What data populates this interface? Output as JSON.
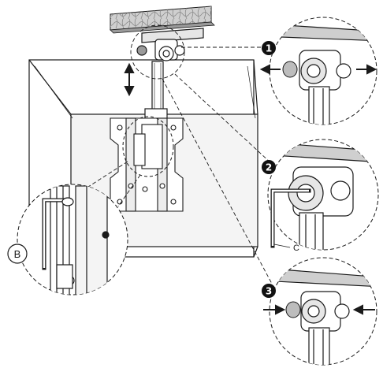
{
  "steps": [
    {
      "label": "1"
    },
    {
      "label": "2"
    },
    {
      "label": "3"
    }
  ],
  "parts": {
    "hex_key_label": "C",
    "callout_label": "B"
  },
  "colors": {
    "line": "#1a1a1a",
    "ceiling": "#cfcfcf",
    "badge": "#111111",
    "screen": "#f4f4f4"
  },
  "icons": {
    "left_arrow": "arrow-left-icon",
    "right_arrow": "arrow-right-icon",
    "vertical_arrow": "double-arrow-vertical-icon",
    "hex_key": "hex-key-icon"
  }
}
